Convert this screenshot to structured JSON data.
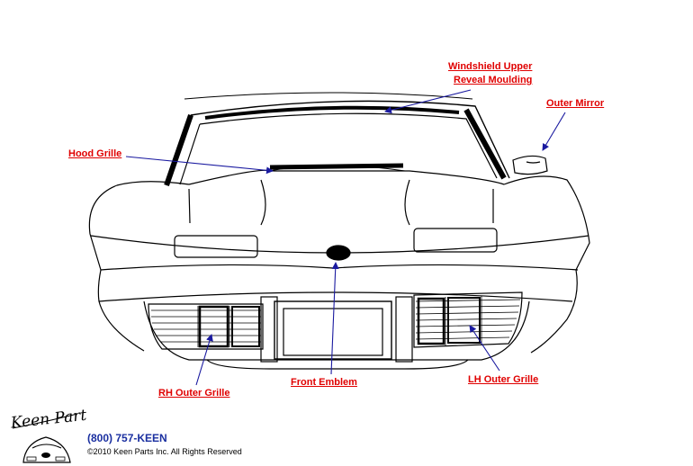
{
  "labels": {
    "windshield_line1": "Windshield Upper",
    "windshield_line2": "Reveal Moulding",
    "outer_mirror": "Outer Mirror",
    "hood_grille": "Hood Grille",
    "rh_outer_grille": "RH Outer Grille",
    "front_emblem": "Front Emblem",
    "lh_outer_grille": "LH Outer Grille"
  },
  "footer": {
    "logo_text": "Keen Parts",
    "phone": "(800) 757-KEEN",
    "copyright": "©2010 Keen Parts Inc. All Rights Reserved"
  },
  "colors": {
    "label": "#e00000",
    "leader_line": "#1a1aa0",
    "drawing": "#000000"
  }
}
